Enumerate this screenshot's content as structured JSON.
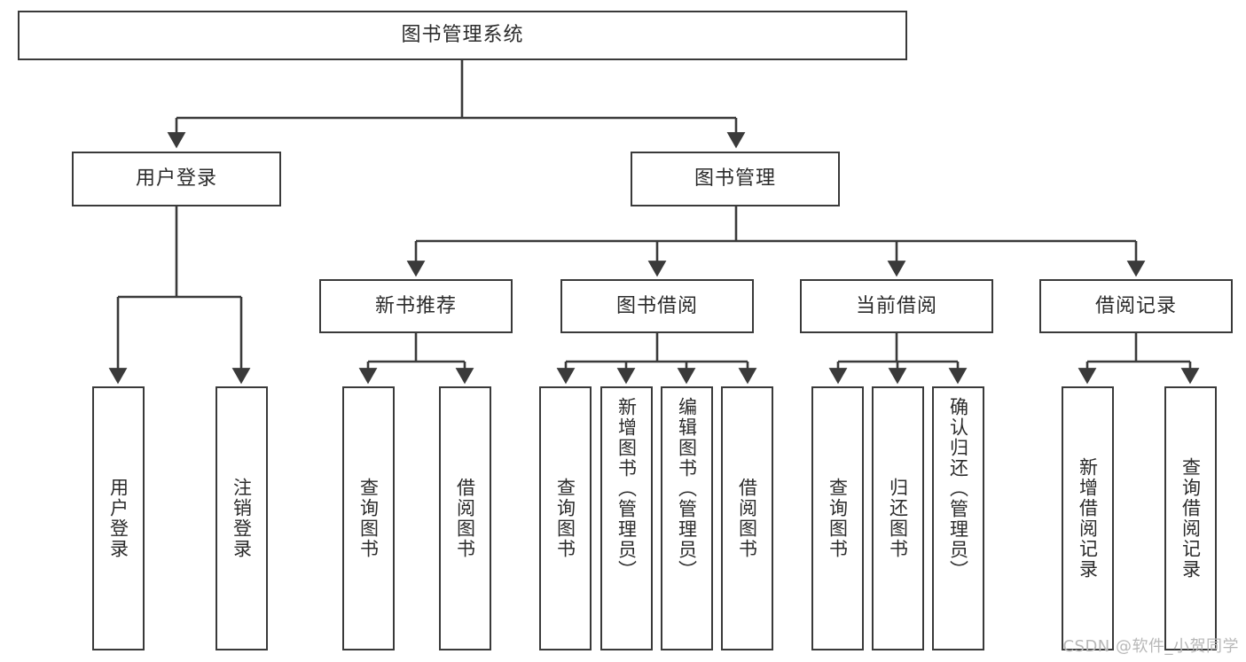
{
  "diagram": {
    "title": "图书管理系统",
    "type": "hierarchy-tree",
    "root": {
      "label": "图书管理系统"
    },
    "level2": [
      {
        "label": "用户登录"
      },
      {
        "label": "图书管理"
      }
    ],
    "level3": [
      {
        "label": "新书推荐"
      },
      {
        "label": "图书借阅"
      },
      {
        "label": "当前借阅"
      },
      {
        "label": "借阅记录"
      }
    ],
    "leaves": {
      "user_login": [
        {
          "label": "用户登录"
        },
        {
          "label": "注销登录"
        }
      ],
      "new_book_recommend": [
        {
          "label": "查询图书"
        },
        {
          "label": "借阅图书"
        }
      ],
      "book_borrow": [
        {
          "label": "查询图书"
        },
        {
          "label": "新增图书（管理员）"
        },
        {
          "label": "编辑图书（管理员）"
        },
        {
          "label": "借阅图书"
        }
      ],
      "current_borrow": [
        {
          "label": "查询图书"
        },
        {
          "label": "归还图书"
        },
        {
          "label": "确认归还（管理员）"
        }
      ],
      "borrow_record": [
        {
          "label": "新增借阅记录"
        },
        {
          "label": "查询借阅记录"
        }
      ]
    }
  },
  "watermark": {
    "text": "CSDN @软件_小贺同学"
  },
  "colors": {
    "border": "#3a3a3a",
    "text": "#2b2b2b",
    "background": "#ffffff",
    "watermark": "#b8b8b8"
  }
}
